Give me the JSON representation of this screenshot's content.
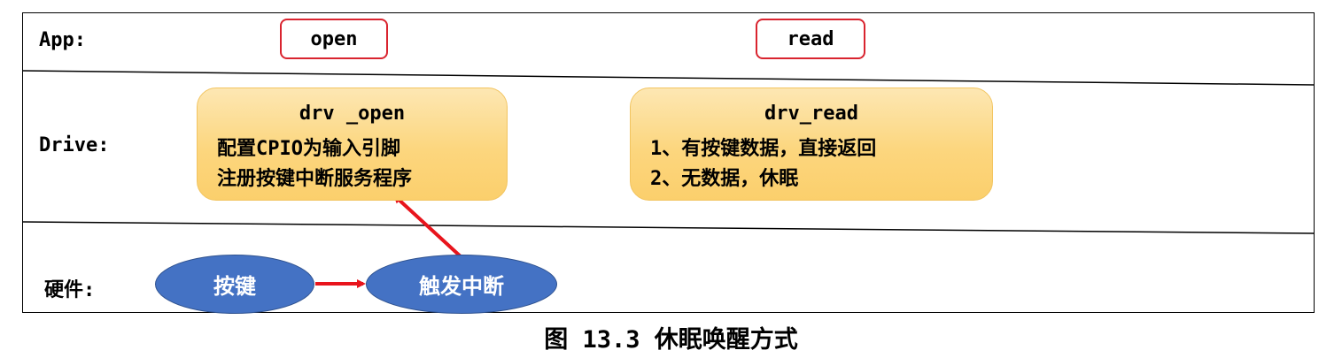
{
  "lanes": {
    "app": "App:",
    "drive": "Drive:",
    "hardware": "硬件:"
  },
  "app": {
    "open_label": "open",
    "read_label": "read"
  },
  "driver": {
    "open": {
      "title": "drv _open",
      "lines": [
        "配置CPIO为输入引脚",
        "注册按键中断服务程序"
      ]
    },
    "read": {
      "title": "drv_read",
      "lines": [
        "1、有按键数据，直接返回",
        "2、无数据，休眠"
      ]
    }
  },
  "hardware": {
    "key_label": "按键",
    "interrupt_label": "触发中断"
  },
  "caption": "图 13.3 休眠唤醒方式",
  "colors": {
    "app_border": "#d9242f",
    "driver_fill": "#fcd67e",
    "hardware_fill": "#4472c4",
    "arrow": "#e8141c"
  }
}
